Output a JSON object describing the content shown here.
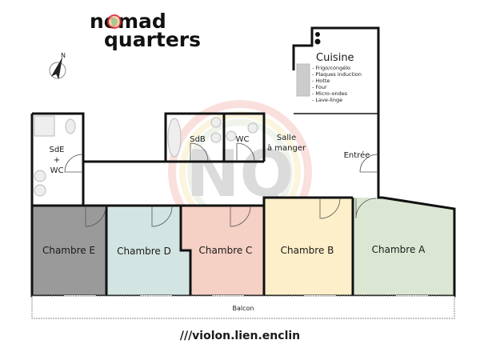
{
  "logo": {
    "line1": "nomad",
    "line2": "quarters"
  },
  "compass": {
    "label": "N"
  },
  "rooms": {
    "sde": [
      "SdE",
      "+",
      "WC"
    ],
    "sdb": "SdB",
    "wc": "WC",
    "salle": [
      "Salle",
      "à manger"
    ],
    "entree": "Entrée",
    "cuisine": {
      "title": "Cuisine",
      "items": [
        "- Frigo/congélo",
        "- Plaques induction",
        "- Hotte",
        "- Four",
        "- Micro-ondes",
        "- Lave-linge"
      ]
    },
    "chambres": [
      {
        "label": "Chambre E",
        "color": "#9a9a9a"
      },
      {
        "label": "Chambre D",
        "color": "#d3e5e3"
      },
      {
        "label": "Chambre C",
        "color": "#f5d0c4"
      },
      {
        "label": "Chambre B",
        "color": "#fcefc9"
      },
      {
        "label": "Chambre A",
        "color": "#dbe7d2"
      }
    ],
    "balcon": "Balcon"
  },
  "address": "///violon.lien.enclin"
}
